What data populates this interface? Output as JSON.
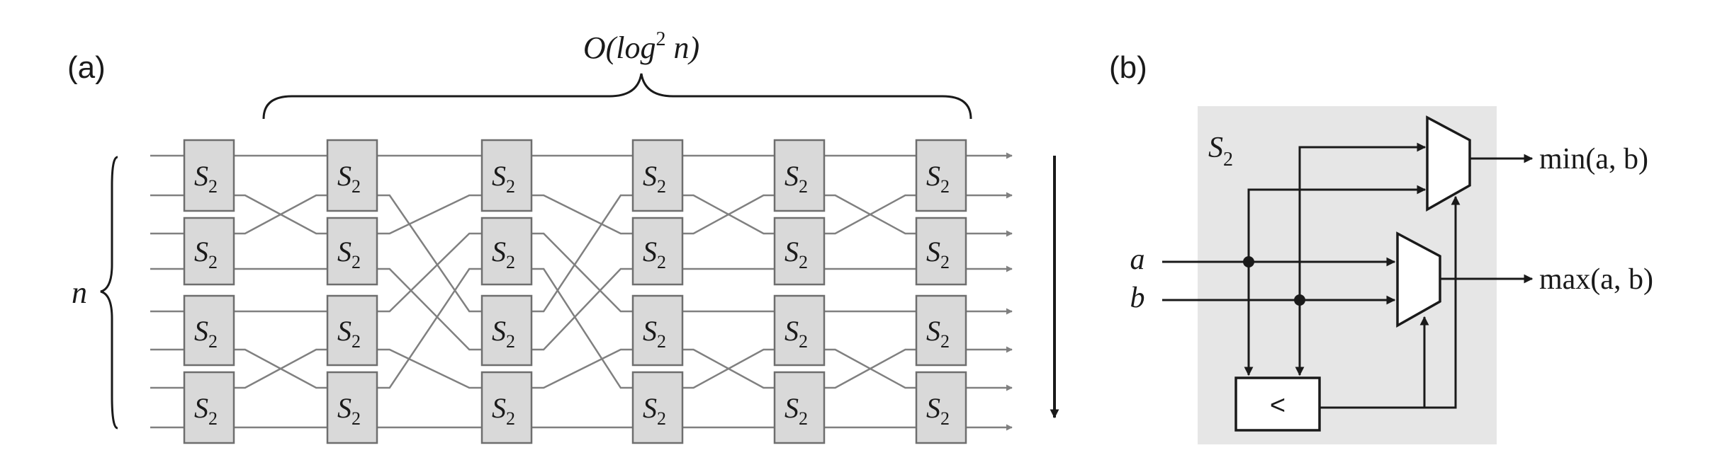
{
  "panel_a": {
    "label": "(a)",
    "depth_label": {
      "prefix": "O(log",
      "exponent": "2",
      "suffix": " n)"
    },
    "width_label": "n",
    "block_label": {
      "base": "S",
      "sub": "2"
    },
    "direction": "downward arrow"
  },
  "panel_b": {
    "label": "(b)",
    "block_label": {
      "base": "S",
      "sub": "2"
    },
    "input_a": "a",
    "input_b": "b",
    "output_min": "min(a, b)",
    "output_max": "max(a, b)",
    "comparator_label": "<"
  },
  "colors": {
    "wire": "#808080",
    "block_fill": "#d9d9d9",
    "block_stroke": "#6e6e6e",
    "panel_bg": "#e6e6e6",
    "ink": "#1a1a1a"
  }
}
